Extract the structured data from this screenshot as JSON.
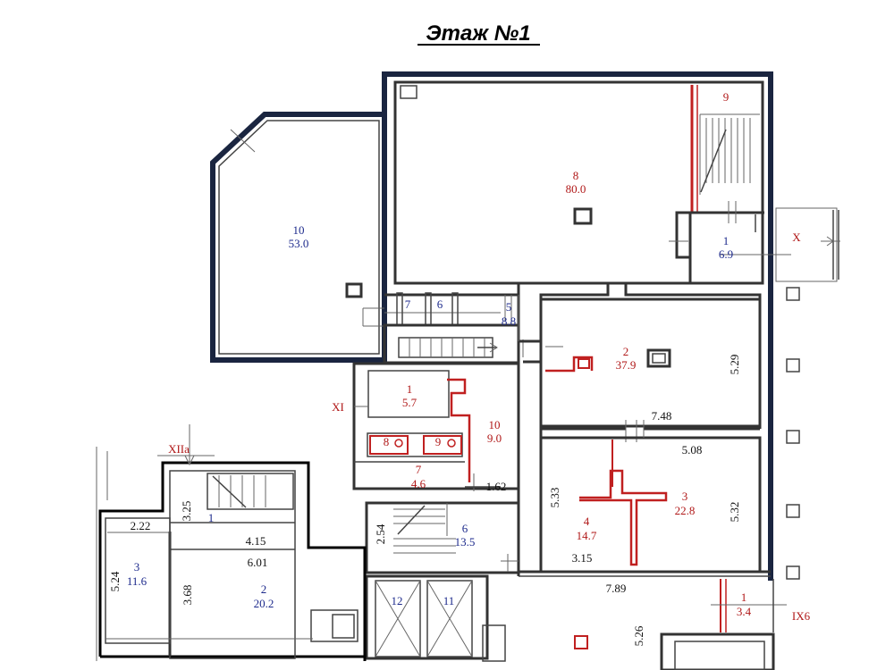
{
  "title": "Этаж №1",
  "rooms": [
    {
      "id": "upper_10",
      "num": "10",
      "area": "53.0",
      "color": "blue"
    },
    {
      "id": "upper_8",
      "num": "8",
      "area": "80.0",
      "color": "red"
    },
    {
      "id": "upper_9",
      "num": "9",
      "area": "",
      "color": "red"
    },
    {
      "id": "upper_1",
      "num": "1",
      "area": "6.9",
      "color": "blue"
    },
    {
      "id": "mid_7",
      "num": "7",
      "area": "",
      "color": "blue"
    },
    {
      "id": "mid_6",
      "num": "6",
      "area": "",
      "color": "blue"
    },
    {
      "id": "mid_5",
      "num": "5",
      "area": "8.8",
      "color": "blue"
    },
    {
      "id": "east_2",
      "num": "2",
      "area": "37.9",
      "color": "red"
    },
    {
      "id": "core_1",
      "num": "1",
      "area": "5.7",
      "color": "red"
    },
    {
      "id": "core_10",
      "num": "10",
      "area": "9.0",
      "color": "red"
    },
    {
      "id": "wc_8",
      "num": "8",
      "area": "",
      "color": "red"
    },
    {
      "id": "wc_9",
      "num": "9",
      "area": "",
      "color": "red"
    },
    {
      "id": "core_7",
      "num": "7",
      "area": "4.6",
      "color": "red"
    },
    {
      "id": "stair_6",
      "num": "6",
      "area": "13.5",
      "color": "blue"
    },
    {
      "id": "east_3",
      "num": "3",
      "area": "22.8",
      "color": "red"
    },
    {
      "id": "east_4",
      "num": "4",
      "area": "14.7",
      "color": "red"
    },
    {
      "id": "south_1",
      "num": "1",
      "area": "3.4",
      "color": "red"
    },
    {
      "id": "west_1",
      "num": "1",
      "area": "",
      "color": "blue"
    },
    {
      "id": "west_2",
      "num": "2",
      "area": "20.2",
      "color": "blue"
    },
    {
      "id": "west_3",
      "num": "3",
      "area": "11.6",
      "color": "blue"
    },
    {
      "id": "lift_12",
      "num": "12",
      "area": "",
      "color": "blue"
    },
    {
      "id": "lift_11",
      "num": "11",
      "area": "",
      "color": "blue"
    }
  ],
  "markers": {
    "x": "X",
    "xi": "XI",
    "xiia": "XIIa",
    "ix6": "IX6"
  },
  "dimensions": {
    "d529": "5.29",
    "d748": "7.48",
    "d508": "5.08",
    "d533": "5.33",
    "d532": "5.32",
    "d315": "3.15",
    "d789": "7.89",
    "d526": "5.26",
    "d162": "1.62",
    "d254": "2.54",
    "d325": "3.25",
    "d222": "2.22",
    "d415": "4.15",
    "d601": "6.01",
    "d524": "5.24",
    "d368": "3.68"
  }
}
